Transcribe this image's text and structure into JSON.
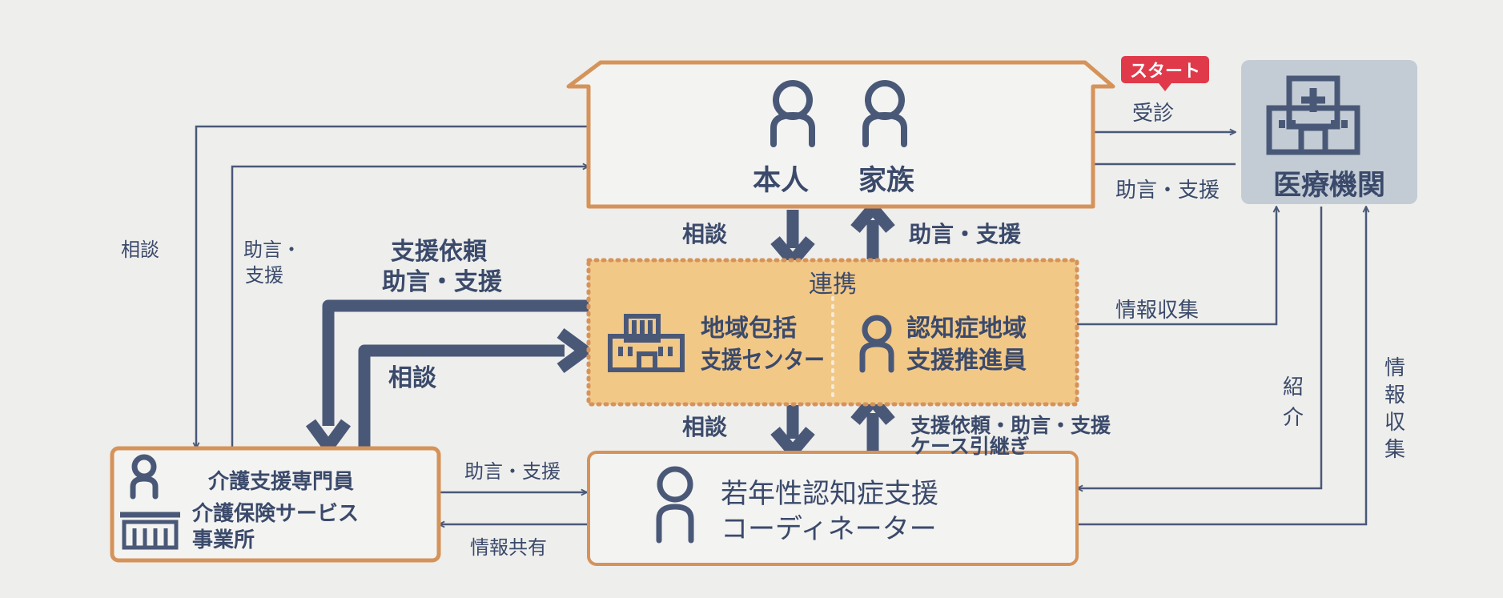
{
  "colors": {
    "background": "#eeeeec",
    "line": "#4a5878",
    "text": "#3b4a6b",
    "orange_border": "#d5935a",
    "renkei_fill": "#f2c887",
    "renkei_dots": "#d5935a",
    "hospital_fill": "#c3ccd5",
    "start_badge": "#e03a4a"
  },
  "nodes": {
    "home": {
      "person_label": "本人",
      "family_label": "家族",
      "icon": "person-icon"
    },
    "hospital": {
      "label": "医療機関",
      "badge": "スタート",
      "icon": "hospital-icon"
    },
    "renkei": {
      "title": "連携",
      "center_line1": "地域包括",
      "center_line2": "支援センター",
      "promoter_line1": "認知症地域",
      "promoter_line2": "支援推進員"
    },
    "care": {
      "line1": "介護支援専門員",
      "line2": "介護保険サービス",
      "line3": "事業所"
    },
    "coordinator": {
      "line1": "若年性認知症支援",
      "line2": "コーディネーター"
    }
  },
  "edges": {
    "consult_jushin": "受診",
    "hospital_to_home": "助言・支援",
    "left_consult": "相談",
    "left_advice_line1": "助言・",
    "left_advice_line2": "支援",
    "support_request_line1": "支援依頼",
    "support_request_line2": "助言・支援",
    "care_consult": "相談",
    "home_to_renkei": "相談",
    "renkei_to_home": "助言・支援",
    "info_collect_top": "情報収集",
    "referral_line1": "紹",
    "referral_line2": "介",
    "info_collect_side": [
      "情",
      "報",
      "収",
      "集"
    ],
    "coord_consult": "相談",
    "coord_request_line1": "支援依頼・助言・支援",
    "coord_request_line2": "ケース引継ぎ",
    "care_to_coord": "助言・支援",
    "coord_to_care": "情報共有"
  }
}
